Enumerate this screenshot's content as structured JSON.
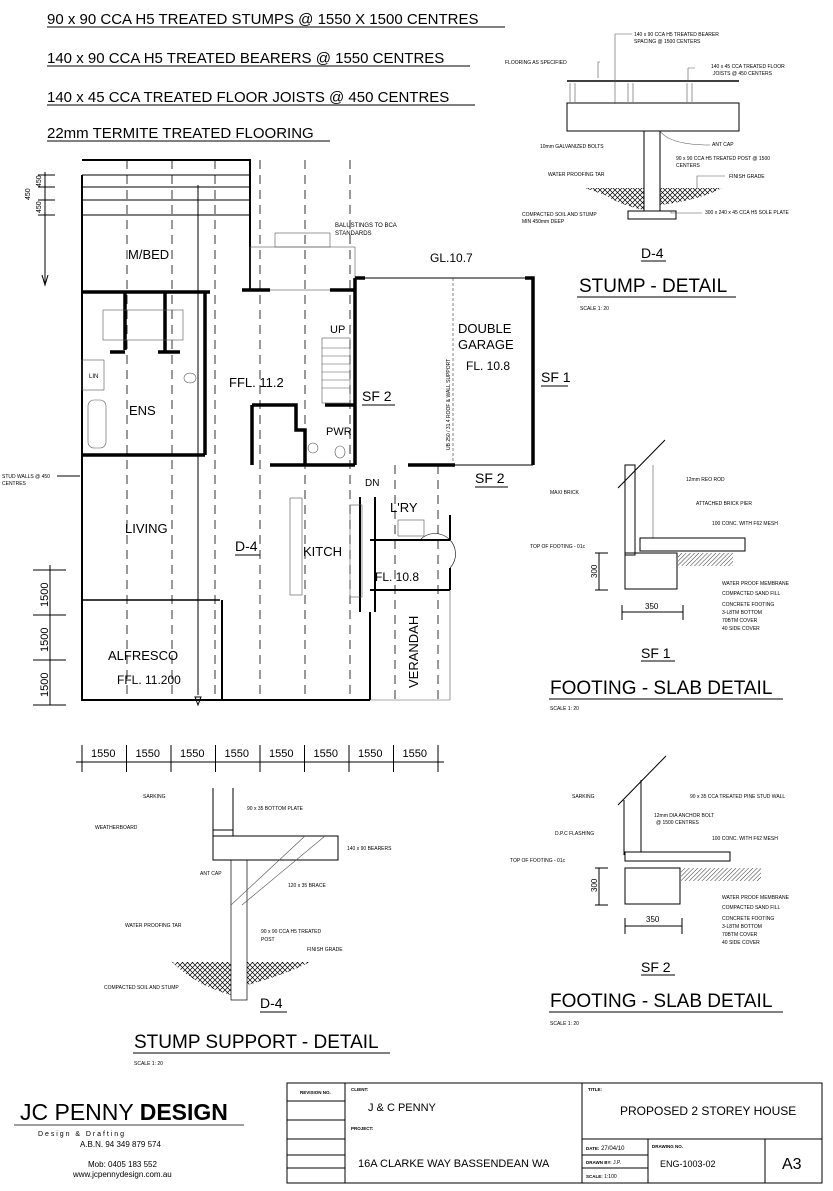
{
  "notes": [
    "90 x 90 CCA H5 TREATED STUMPS @ 1550 X 1500 CENTRES",
    "140 x 90 CCA H5 TREATED BEARERS @ 1550 CENTRES",
    "140 x 45 CCA TREATED FLOOR JOISTS @ 450 CENTRES",
    "22mm TERMITE TREATED FLOORING"
  ],
  "plan": {
    "rooms": {
      "mbed": "M/BED",
      "lin": "LIN",
      "ens": "ENS",
      "living": "LIVING",
      "alfresco": "ALFRESCO",
      "alfresco_level": "FFL. 11.200",
      "ffl": "FFL. 11.2",
      "up": "UP",
      "pwr": "PWR",
      "dn": "DN",
      "kitch": "KITCH",
      "lry": "L'RY",
      "lry_level": "FL. 10.8",
      "verandah": "VERANDAH",
      "garage1": "DOUBLE",
      "garage2": "GARAGE",
      "garage_level": "FL. 10.8",
      "gl": "GL.10.7"
    },
    "annotations": {
      "balusting1": "BALUSTINGS TO BCA",
      "balusting2": "STANDARDS",
      "stud1": "STUD WALLS @ 450",
      "stud2": "CENTRES",
      "ub": "UB 250 / 31.4 ROOF & WALL SUPPORT",
      "sf1": "SF 1",
      "sf2a": "SF 2",
      "sf2b": "SF 2",
      "d4": "D-4"
    },
    "dims": {
      "top_left": [
        "450",
        "450",
        "450"
      ],
      "left": [
        "1500",
        "1500",
        "1500"
      ],
      "bottom": [
        "1550",
        "1550",
        "1550",
        "1550",
        "1550",
        "1550",
        "1550",
        "1550"
      ]
    }
  },
  "stump_detail": {
    "labels": {
      "bearer1": "140 x 90 CCA H5 TREATED BEARER",
      "bearer2": "SPACING @ 1500 CENTERS",
      "flooring": "FLOORING AS SPECIFIED",
      "joists1": "140 x 45 CCA TREATED FLOOR",
      "joists2": "JOISTS @ 450 CENTERS",
      "bolts": "10mm GALVANIZED  BOLTS",
      "antcap": "ANT CAP",
      "post1": "90 x 90 CCA H5 TREATED POST @ 1500",
      "post2": "CENTERS",
      "tar": "WATER PROOFING TAR",
      "grade": "FINISH GRADE",
      "soil1": "COMPACTED SOIL AND STUMP",
      "soil2": "MIN 450mm DEEP",
      "sole": "300 x 240 x 45 CCA H5 SOLE PLATE"
    },
    "tag": "D-4",
    "title": "STUMP - DETAIL",
    "scale": "SCALE 1: 20"
  },
  "sf1_detail": {
    "labels": {
      "reo": "12mm REO ROD",
      "brick": "MAXI BRICK",
      "pier": "ATTACHED BRICK PIER",
      "conc": "100 CONC. WITH F62 MESH",
      "top": "TOP OF FOOTING - 01c",
      "membrane": "WATER PROOF MEMBRANE",
      "sand": "COMPACTED SAND FILL",
      "footing1": "CONCRETE FOOTING",
      "footing2": "3-L8TM BOTTOM",
      "footing3": "70BTM COVER",
      "footing4": "40 SIDE  COVER",
      "h": "300",
      "w": "350"
    },
    "tag": "SF 1",
    "title": "FOOTING - SLAB DETAIL",
    "scale": "SCALE 1: 20"
  },
  "sf2_detail": {
    "labels": {
      "sarking": "SARKING",
      "stud": "90 x 35 CCA TREATED PINE STUD WALL",
      "bolt1": "12mm DIA ANCHOR BOLT",
      "bolt2": "@ 1500 CENTRES",
      "dpc": "D.P.C FLASHING",
      "conc": "100 CONC. WITH F62 MESH",
      "top": "TOP OF FOOTING - 01c",
      "membrane": "WATER PROOF MEMBRANE",
      "sand": "COMPACTED SAND FILL",
      "footing1": "CONCRETE FOOTING",
      "footing2": "3-L8TM BOTTOM",
      "footing3": "70BTM COVER",
      "footing4": "40 SIDE  COVER",
      "h": "300",
      "w": "350"
    },
    "tag": "SF 2",
    "title": "FOOTING - SLAB DETAIL",
    "scale": "SCALE 1: 20"
  },
  "support_detail": {
    "labels": {
      "sarking": "SARKING",
      "plate": "90 x 35 BOTTOM PLATE",
      "weather": "WEATHERBOARD",
      "bearers": "140 x 90 BEARERS",
      "antcap": "ANT CAP",
      "brace": "120 x 35 BRACE",
      "tar": "WATER PROOFING TAR",
      "post1": "90 x 90 CCA H5 TREATED",
      "post2": "POST",
      "grade": "FINISH GRADE",
      "soil": "COMPACTED SOIL AND STUMP"
    },
    "tag": "D-4",
    "title": "STUMP SUPPORT - DETAIL",
    "scale": "SCALE 1: 20"
  },
  "logo": {
    "name_light": "JC PENNY",
    "name_bold": "DESIGN",
    "tagline": "D e s i g n   &   D r a f t i n g",
    "abn": "A.B.N. 94 349 879 574",
    "mob": "Mob: 0405 183 552",
    "web": "www.jcpennydesign.com.au"
  },
  "title_block": {
    "revision_label": "REVISION NO.",
    "client_label": "CLIENT:",
    "client": "J & C PENNY",
    "project_label": "PROJECT:",
    "project": "16A CLARKE WAY BASSENDEAN WA",
    "title_label": "TITLE:",
    "title": "PROPOSED 2 STOREY HOUSE",
    "date_label": "DATE:",
    "date": "27/04/10",
    "drawn_label": "DRAWN BY:",
    "drawn": "J.P.",
    "scale_label": "SCALE:",
    "scale": "1:100",
    "drawing_label": "DRAWING NO.",
    "drawing": "ENG-1003-02",
    "sheet": "A3"
  }
}
